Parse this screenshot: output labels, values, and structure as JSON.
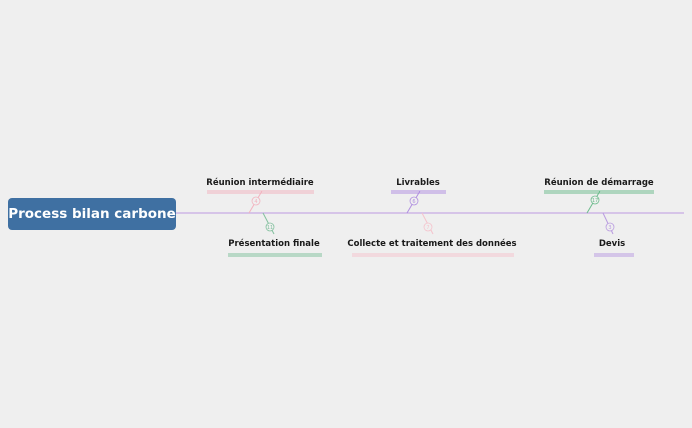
{
  "root": {
    "title": "Process bilan carbone",
    "color": "#3f70a2"
  },
  "spine_color": "#cdb6e6",
  "branches": [
    {
      "label": "Réunion intermédiaire",
      "badge": "4",
      "color": "#f2b3bf",
      "side": "top"
    },
    {
      "label": "Présentation finale",
      "badge": "11",
      "color": "#82c09e",
      "side": "bottom"
    },
    {
      "label": "Livrables",
      "badge": "6",
      "color": "#b08fe0",
      "side": "top"
    },
    {
      "label": "Collecte et traitement des données",
      "badge": "7",
      "color": "#f5c3cc",
      "side": "bottom"
    },
    {
      "label": "Réunion de démarrage",
      "badge": "17",
      "color": "#6dbb8d",
      "side": "top"
    },
    {
      "label": "Devis",
      "badge": "3",
      "color": "#b99be0",
      "side": "bottom"
    }
  ]
}
